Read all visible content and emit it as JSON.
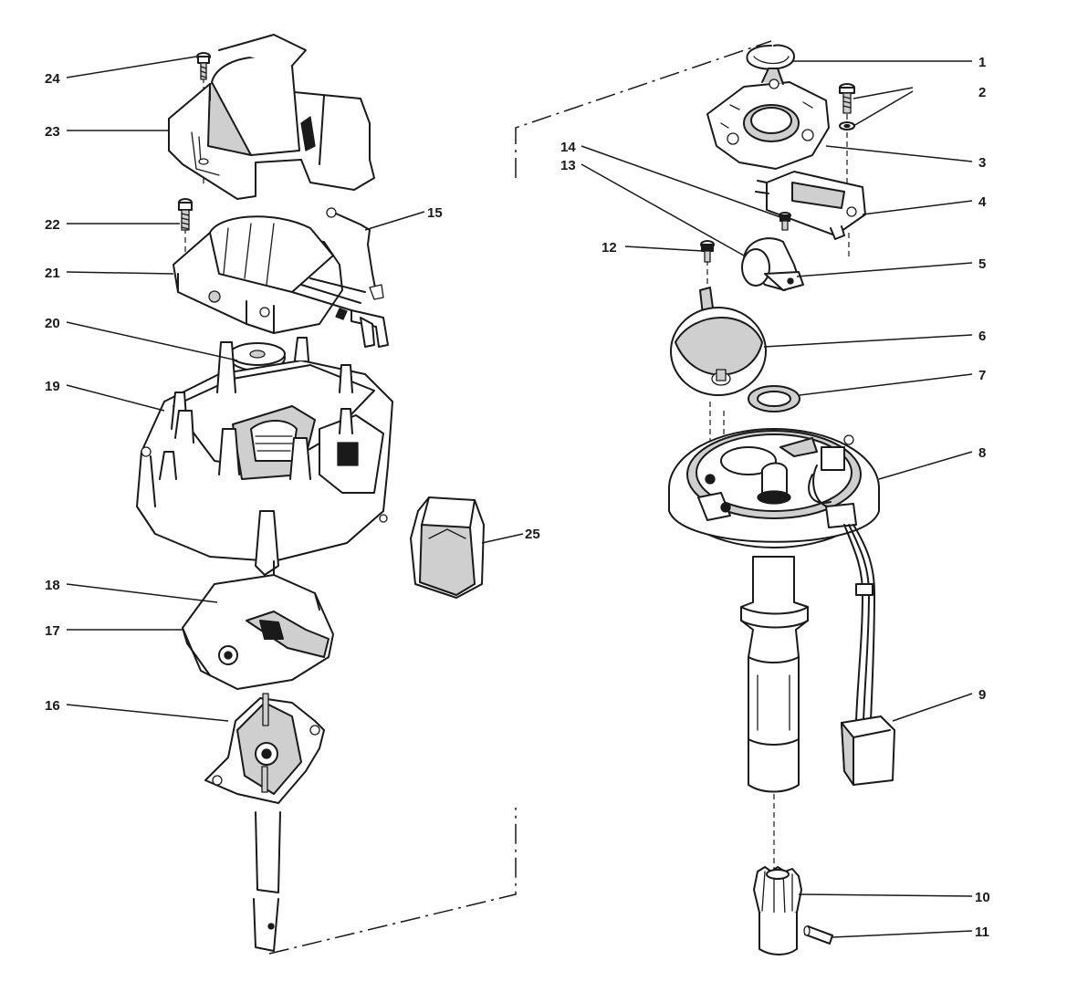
{
  "part_labels": [
    "1",
    "2",
    "3",
    "4",
    "5",
    "6",
    "7",
    "8",
    "9",
    "10",
    "11",
    "12",
    "13",
    "14",
    "15",
    "16",
    "17",
    "18",
    "19",
    "20",
    "21",
    "22",
    "23",
    "24",
    "25"
  ],
  "colors": {
    "line": "#1a1a1a",
    "background": "#ffffff",
    "shade": "#cfcfcf"
  }
}
